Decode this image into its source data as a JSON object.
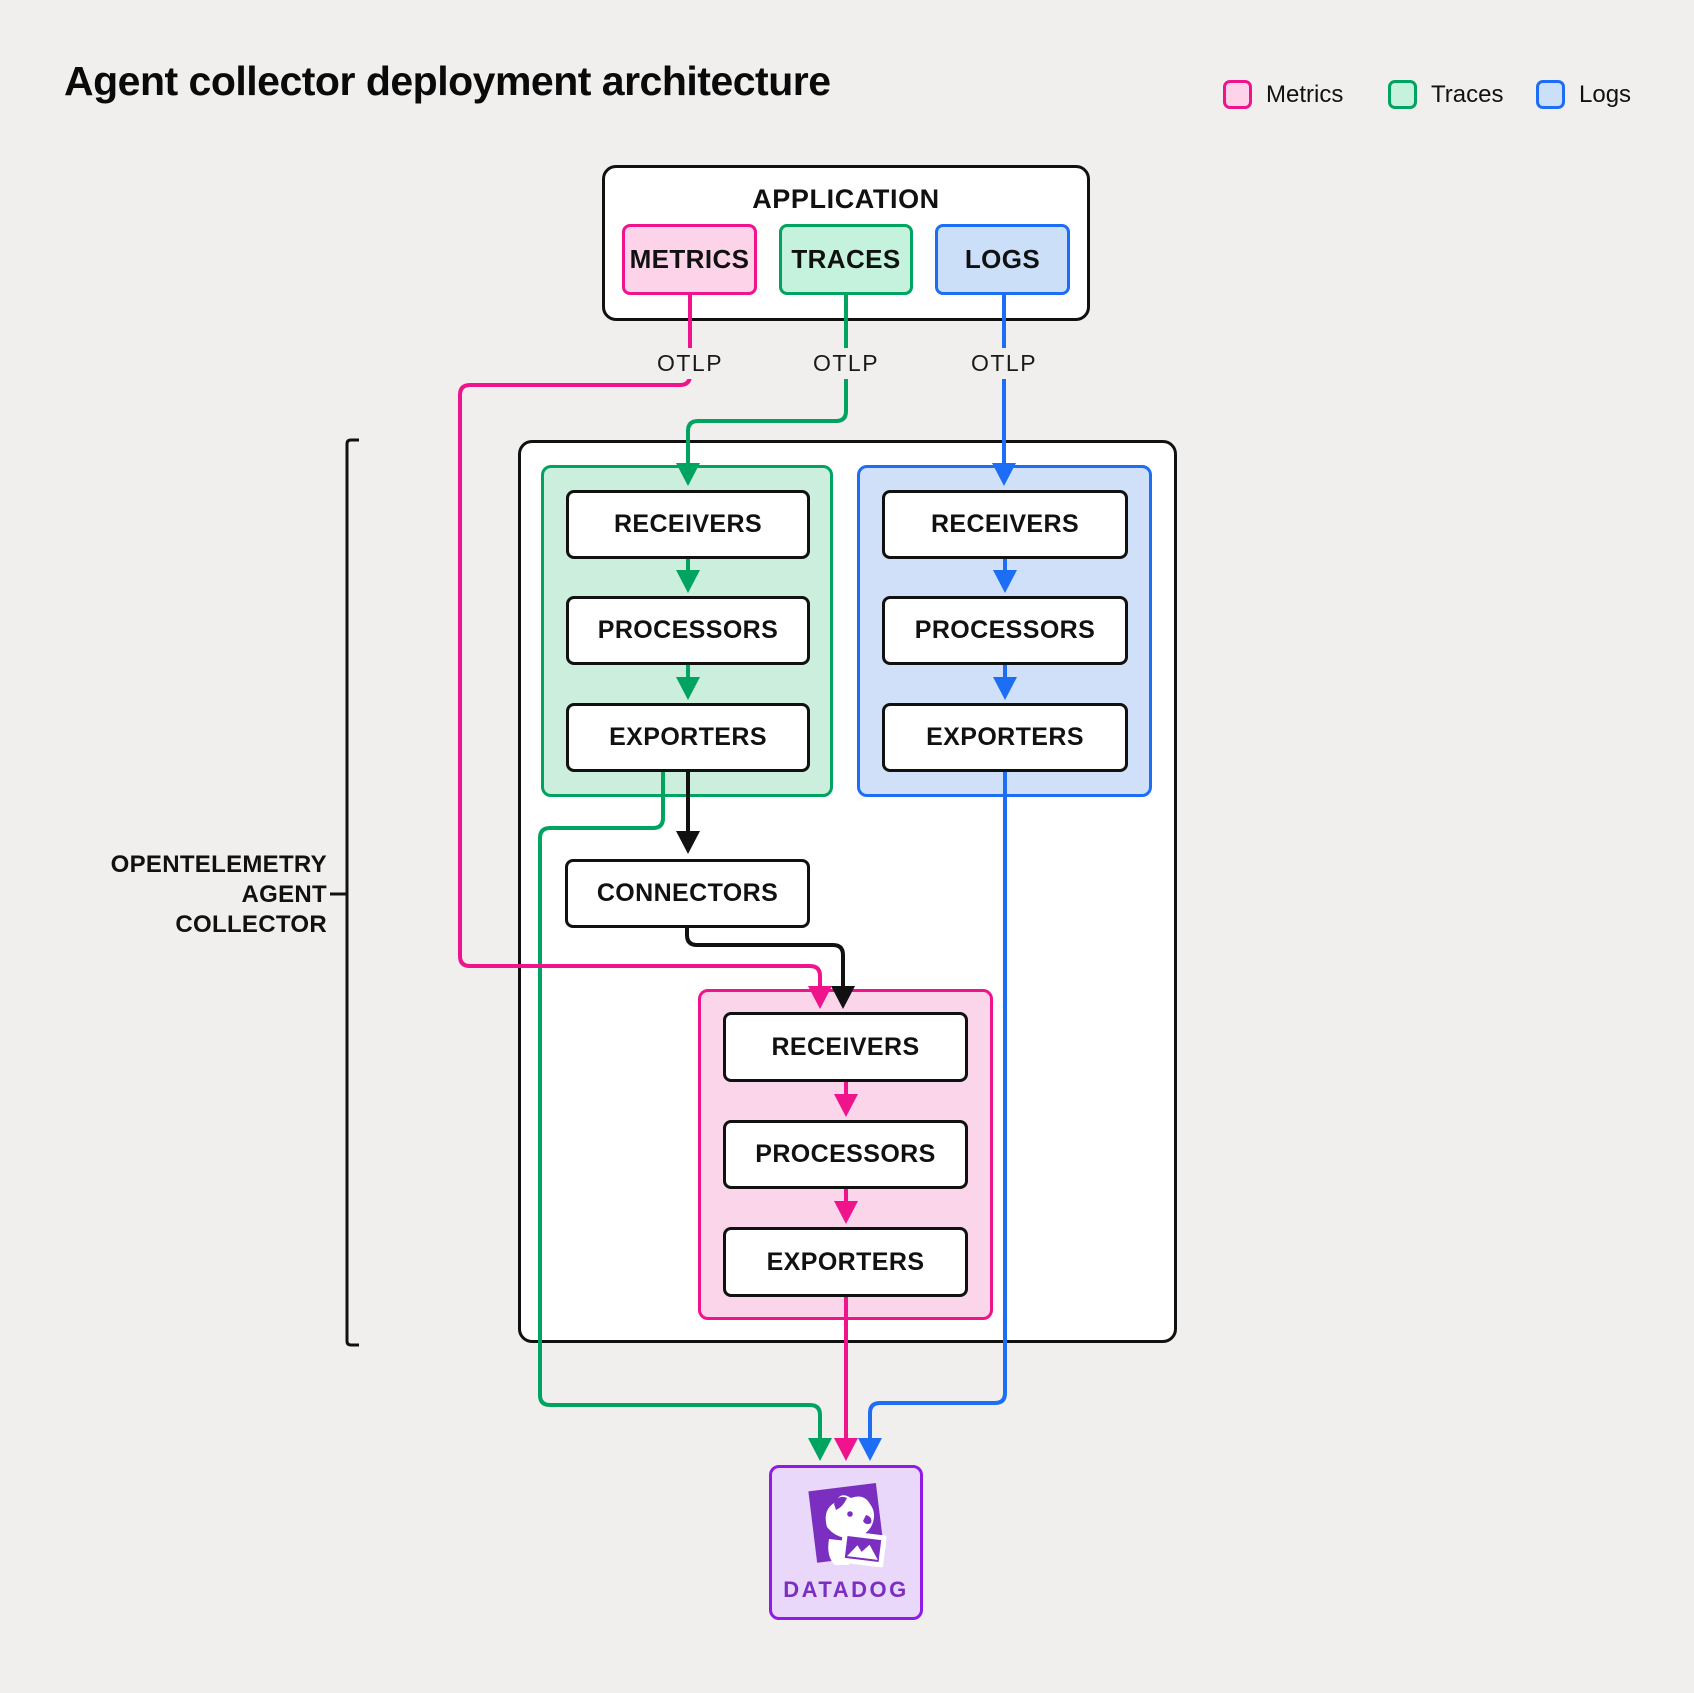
{
  "title": "Agent collector deployment architecture",
  "legend": {
    "items": [
      {
        "label": "Metrics",
        "color": "#F0148C",
        "fill": "#FCD3E8"
      },
      {
        "label": "Traces",
        "color": "#00A35F",
        "fill": "#C4F2DC"
      },
      {
        "label": "Logs",
        "color": "#1D6EF5",
        "fill": "#CCDFF9"
      }
    ]
  },
  "application": {
    "title": "APPLICATION",
    "signals": [
      {
        "label": "METRICS",
        "color": "#F0148C"
      },
      {
        "label": "TRACES",
        "color": "#00A35F"
      },
      {
        "label": "LOGS",
        "color": "#1D6EF5"
      }
    ]
  },
  "otlp": {
    "metrics": "OTLP",
    "traces": "OTLP",
    "logs": "OTLP"
  },
  "collector": {
    "label_lines": [
      "OPENTELEMETRY",
      "AGENT",
      "COLLECTOR"
    ],
    "pipelines": {
      "traces": {
        "signal": "Traces",
        "stages": [
          "RECEIVERS",
          "PROCESSORS",
          "EXPORTERS"
        ]
      },
      "logs": {
        "signal": "Logs",
        "stages": [
          "RECEIVERS",
          "PROCESSORS",
          "EXPORTERS"
        ]
      },
      "metrics": {
        "signal": "Metrics",
        "stages": [
          "RECEIVERS",
          "PROCESSORS",
          "EXPORTERS"
        ]
      }
    },
    "connectors": {
      "label": "CONNECTORS"
    }
  },
  "destination": {
    "label": "DATADOG",
    "border_color": "#9119EA",
    "logo_color": "#7b2fc0"
  },
  "background_color": "#F0EFED"
}
